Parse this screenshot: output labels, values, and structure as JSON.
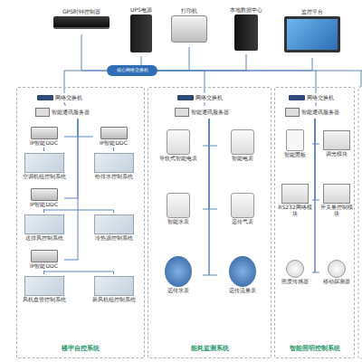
{
  "diagram": {
    "nodes": [
      {
        "text": [
          "GPS时钟控制器"
        ]
      },
      {
        "text": [
          "UPS电源"
        ]
      },
      {
        "text": [
          "打印机"
        ]
      },
      {
        "text": [
          "本地数据中心"
        ]
      },
      {
        "text": [
          "监控平台"
        ]
      },
      {
        "text": [
          "核心网络交换机"
        ]
      },
      {
        "text": [
          "楼宇自控系统"
        ]
      },
      {
        "text": [
          "网络交换机"
        ],
        "in": 6
      },
      {
        "text": [
          "智能通讯服务器"
        ],
        "in": 6
      },
      {
        "text": [
          "IP智能DDC"
        ],
        "in": 6
      },
      {
        "text": [
          "IP智能DDC"
        ],
        "in": 6
      },
      {
        "text": [
          "空调机组控制系统"
        ],
        "in": 6
      },
      {
        "text": [
          "给排水控制系统"
        ],
        "in": 6
      },
      {
        "text": [
          "IP智能DDC"
        ],
        "in": 6
      },
      {
        "text": [
          "送排风控制系统"
        ],
        "in": 6
      },
      {
        "text": [
          "冷热源控制系统"
        ],
        "in": 6
      },
      {
        "text": [
          "IP智能DDC"
        ],
        "in": 6
      },
      {
        "text": [
          "风机盘管控制系统"
        ],
        "in": 6
      },
      {
        "text": [
          "新风机组控制系统"
        ],
        "in": 6
      },
      {
        "text": [
          "能耗监测系统"
        ]
      },
      {
        "text": [
          "网络交换机"
        ],
        "in": 19
      },
      {
        "text": [
          "智能通讯服务器"
        ],
        "in": 19
      },
      {
        "text": [
          "导轨式智能电表"
        ],
        "in": 19
      },
      {
        "text": [
          "智能电表"
        ],
        "in": 19
      },
      {
        "text": [
          "智能水表"
        ],
        "in": 19
      },
      {
        "text": [
          "远传气表"
        ],
        "in": 19
      },
      {
        "text": [
          "远传水表"
        ],
        "in": 19
      },
      {
        "text": [
          "远传流量表"
        ],
        "in": 19
      },
      {
        "text": [
          "智能照明控制系统"
        ]
      },
      {
        "text": [
          "网络交换机"
        ],
        "in": 28
      },
      {
        "text": [
          "智能通讯服务器"
        ],
        "in": 28
      },
      {
        "text": [
          "智能面板"
        ],
        "in": 28
      },
      {
        "text": [
          "调光模块"
        ],
        "in": 28
      },
      {
        "text": [
          "RS232网络模块"
        ],
        "in": 28
      },
      {
        "text": [
          "开关量控制模块"
        ],
        "in": 28
      },
      {
        "text": [
          "照度传感器"
        ],
        "in": 28
      },
      {
        "text": [
          "移动探测器"
        ],
        "in": 28
      }
    ],
    "edges": [
      {
        "from": 5,
        "to": 0,
        "arrow": "none"
      },
      {
        "from": 5,
        "to": 1,
        "arrow": "none"
      },
      {
        "from": 5,
        "to": 2,
        "arrow": "none"
      },
      {
        "from": 5,
        "to": 3,
        "arrow": "none"
      },
      {
        "from": 5,
        "to": 4,
        "arrow": "none"
      },
      {
        "from": 5,
        "to": 7,
        "arrow": "none"
      },
      {
        "from": 5,
        "to": 20,
        "arrow": "none"
      },
      {
        "from": 5,
        "to": 29,
        "arrow": "none"
      },
      {
        "from": 7,
        "to": 8,
        "arrow": "none"
      },
      {
        "from": 8,
        "to": 9,
        "arrow": "none"
      },
      {
        "from": 8,
        "to": 10,
        "arrow": "none"
      },
      {
        "from": 8,
        "to": 13,
        "arrow": "none"
      },
      {
        "from": 8,
        "to": 16,
        "arrow": "none"
      },
      {
        "from": 9,
        "to": 11,
        "arrow": "none"
      },
      {
        "from": 10,
        "to": 12,
        "arrow": "none"
      },
      {
        "from": 13,
        "to": 14,
        "arrow": "none"
      },
      {
        "from": 13,
        "to": 15,
        "arrow": "none"
      },
      {
        "from": 16,
        "to": 17,
        "arrow": "none"
      },
      {
        "from": 16,
        "to": 18,
        "arrow": "none"
      },
      {
        "from": 20,
        "to": 21,
        "arrow": "none"
      },
      {
        "from": 21,
        "to": 22,
        "arrow": "none"
      },
      {
        "from": 21,
        "to": 23,
        "arrow": "none"
      },
      {
        "from": 21,
        "to": 24,
        "arrow": "none"
      },
      {
        "from": 21,
        "to": 25,
        "arrow": "none"
      },
      {
        "from": 21,
        "to": 26,
        "arrow": "none"
      },
      {
        "from": 21,
        "to": 27,
        "arrow": "none"
      },
      {
        "from": 29,
        "to": 30,
        "arrow": "none"
      },
      {
        "from": 30,
        "to": 31,
        "arrow": "none"
      },
      {
        "from": 30,
        "to": 32,
        "arrow": "none"
      },
      {
        "from": 30,
        "to": 33,
        "arrow": "none"
      },
      {
        "from": 30,
        "to": 34,
        "arrow": "none"
      },
      {
        "from": 30,
        "to": 35,
        "arrow": "none"
      },
      {
        "from": 30,
        "to": 36,
        "arrow": "none"
      }
    ]
  }
}
